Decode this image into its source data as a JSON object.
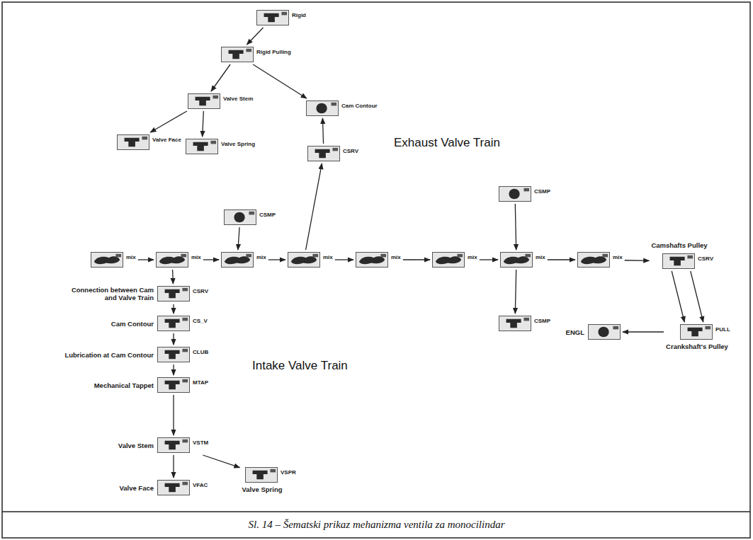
{
  "diagram": {
    "caption": "Sl. 14 – Šematski prikaz mehanizma ventila za monocilindar",
    "nodes": [
      {
        "text": [
          "Rigid"
        ]
      },
      {
        "text": [
          "Rigid Pulling"
        ]
      },
      {
        "text": [
          "Valve Stem"
        ]
      },
      {
        "text": [
          "Valve Face"
        ]
      },
      {
        "text": [
          "Valve Spring"
        ]
      },
      {
        "text": [
          "Cam Contour"
        ]
      },
      {
        "text": [
          "CSRV"
        ]
      },
      {
        "text": [
          "CSMP"
        ]
      },
      {
        "text": [
          "mix"
        ]
      },
      {
        "text": [
          "mix"
        ]
      },
      {
        "text": [
          "mix"
        ]
      },
      {
        "text": [
          "mix"
        ]
      },
      {
        "text": [
          "mix"
        ]
      },
      {
        "text": [
          "mix"
        ]
      },
      {
        "text": [
          "mix"
        ]
      },
      {
        "text": [
          "mix"
        ]
      },
      {
        "text": [
          "Camshafts Pulley",
          "CSRV"
        ]
      },
      {
        "text": [
          "CSMP"
        ]
      },
      {
        "text": [
          "CSMP"
        ]
      },
      {
        "text": [
          "Connection between Cam and Valve Train",
          "CSRV"
        ]
      },
      {
        "text": [
          "Cam Contour",
          "CS_V"
        ]
      },
      {
        "text": [
          "Lubrication at Cam Contour",
          "CLUB"
        ]
      },
      {
        "text": [
          "Mechanical Tappet",
          "MTAP"
        ]
      },
      {
        "text": [
          "Valve Stem",
          "VSTM"
        ]
      },
      {
        "text": [
          "Valve Face",
          "VFAC"
        ]
      },
      {
        "text": [
          "Valve Spring",
          "VSPR"
        ]
      },
      {
        "text": [
          "ENGL"
        ]
      },
      {
        "text": [
          "Crankshaft's Pulley",
          "PULL"
        ]
      }
    ],
    "edges": [
      {
        "from": 0,
        "to": 1,
        "arrow": "to"
      },
      {
        "from": 1,
        "to": 2,
        "arrow": "to"
      },
      {
        "from": 1,
        "to": 5,
        "arrow": "to"
      },
      {
        "from": 2,
        "to": 3,
        "arrow": "to"
      },
      {
        "from": 2,
        "to": 4,
        "arrow": "to"
      },
      {
        "from": 6,
        "to": 5,
        "arrow": "to"
      },
      {
        "from": 11,
        "to": 6,
        "arrow": "to"
      },
      {
        "from": 7,
        "to": 10,
        "arrow": "to"
      },
      {
        "from": 8,
        "to": 9,
        "arrow": "to"
      },
      {
        "from": 9,
        "to": 10,
        "arrow": "to"
      },
      {
        "from": 10,
        "to": 11,
        "arrow": "to"
      },
      {
        "from": 11,
        "to": 12,
        "arrow": "to"
      },
      {
        "from": 12,
        "to": 13,
        "arrow": "to"
      },
      {
        "from": 13,
        "to": 14,
        "arrow": "to"
      },
      {
        "from": 14,
        "to": 15,
        "arrow": "to"
      },
      {
        "from": 15,
        "to": 16,
        "arrow": "to"
      },
      {
        "from": 17,
        "to": 14,
        "arrow": "to"
      },
      {
        "from": 14,
        "to": 18,
        "arrow": "to"
      },
      {
        "from": 9,
        "to": 19,
        "arrow": "to"
      },
      {
        "from": 19,
        "to": 20,
        "arrow": "to"
      },
      {
        "from": 20,
        "to": 21,
        "arrow": "to"
      },
      {
        "from": 21,
        "to": 22,
        "arrow": "to"
      },
      {
        "from": 22,
        "to": 23,
        "arrow": "to"
      },
      {
        "from": 23,
        "to": 24,
        "arrow": "to"
      },
      {
        "from": 23,
        "to": 25,
        "arrow": "to"
      },
      {
        "from": 16,
        "to": 27,
        "arrow": "to"
      },
      {
        "from": 16,
        "to": 27,
        "arrow": "to"
      },
      {
        "from": 27,
        "to": 26,
        "arrow": "to"
      }
    ],
    "labels": [
      "Exhaust Valve Train",
      "Intake Valve Train"
    ]
  }
}
